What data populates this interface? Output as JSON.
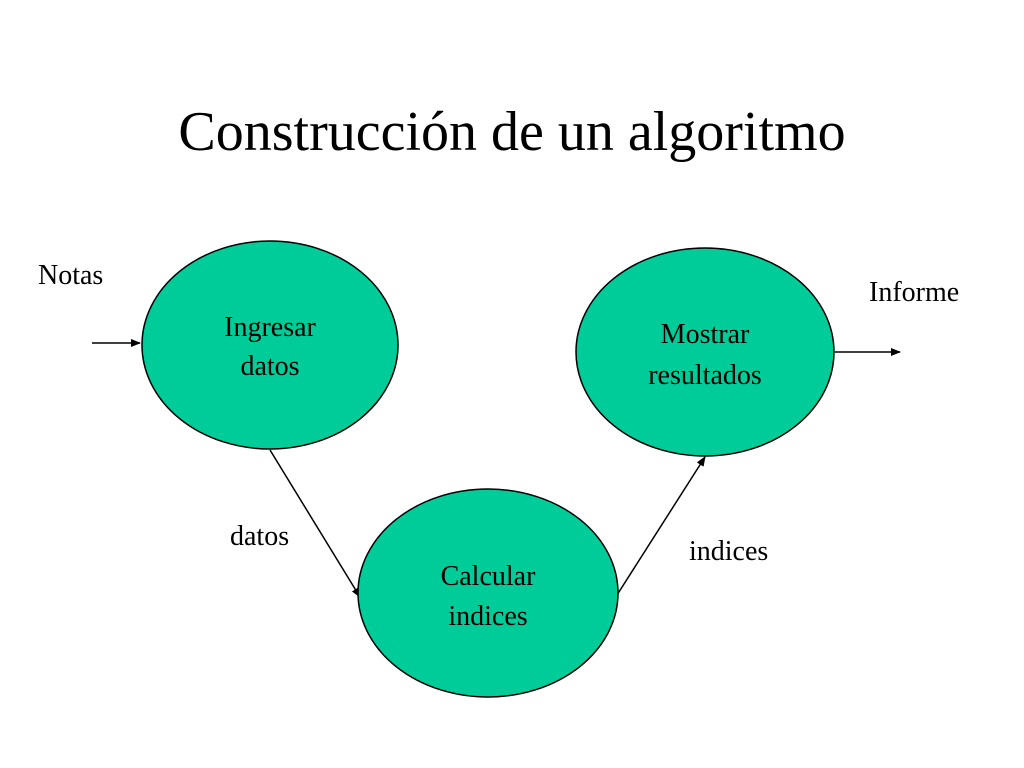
{
  "title": "Construcción de un algoritmo",
  "colors": {
    "node_fill": "#00CC99",
    "stroke": "#000000"
  },
  "nodes": [
    {
      "id": "ingresar",
      "lines": [
        "Ingresar",
        "datos"
      ]
    },
    {
      "id": "calcular",
      "lines": [
        "Calcular",
        "indices"
      ]
    },
    {
      "id": "mostrar",
      "lines": [
        "Mostrar",
        "resultados"
      ]
    }
  ],
  "edges": [
    {
      "from": "input",
      "to": "ingresar",
      "label": "Notas"
    },
    {
      "from": "ingresar",
      "to": "calcular",
      "label": "datos"
    },
    {
      "from": "calcular",
      "to": "mostrar",
      "label": "indices"
    },
    {
      "from": "mostrar",
      "to": "output",
      "label": "Informe"
    }
  ]
}
